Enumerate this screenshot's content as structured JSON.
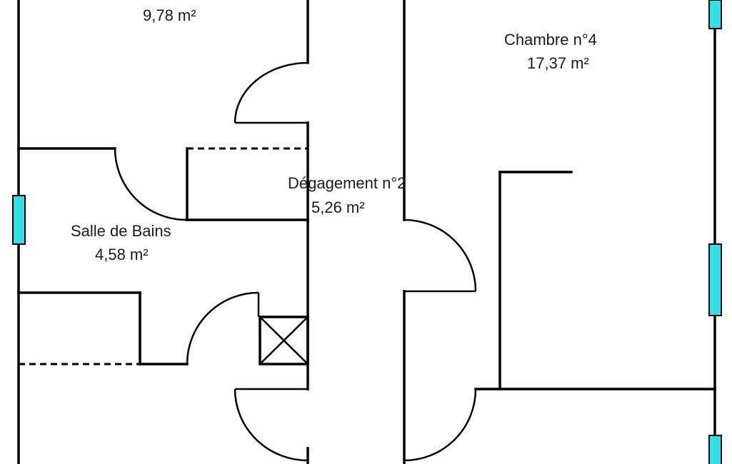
{
  "colors": {
    "wall": "#000000",
    "window": "#33e0e6",
    "text": "#1a1a1a",
    "background": "#ffffff"
  },
  "rooms": [
    {
      "id": "top-left-room",
      "name": "",
      "area": "9,78  m²"
    },
    {
      "id": "chambre-4",
      "name": "Chambre n°4",
      "area": "17,37  m²"
    },
    {
      "id": "degagement-2",
      "name": "Dégagement n°2",
      "area": "5,26  m²"
    },
    {
      "id": "salle-de-bains",
      "name": "Salle de Bains",
      "area": "4,58  m²"
    },
    {
      "id": "bottom-right-room",
      "name": "",
      "area": ""
    }
  ],
  "fixtures": [
    {
      "id": "duct",
      "icon": "crossed-box-icon"
    }
  ]
}
